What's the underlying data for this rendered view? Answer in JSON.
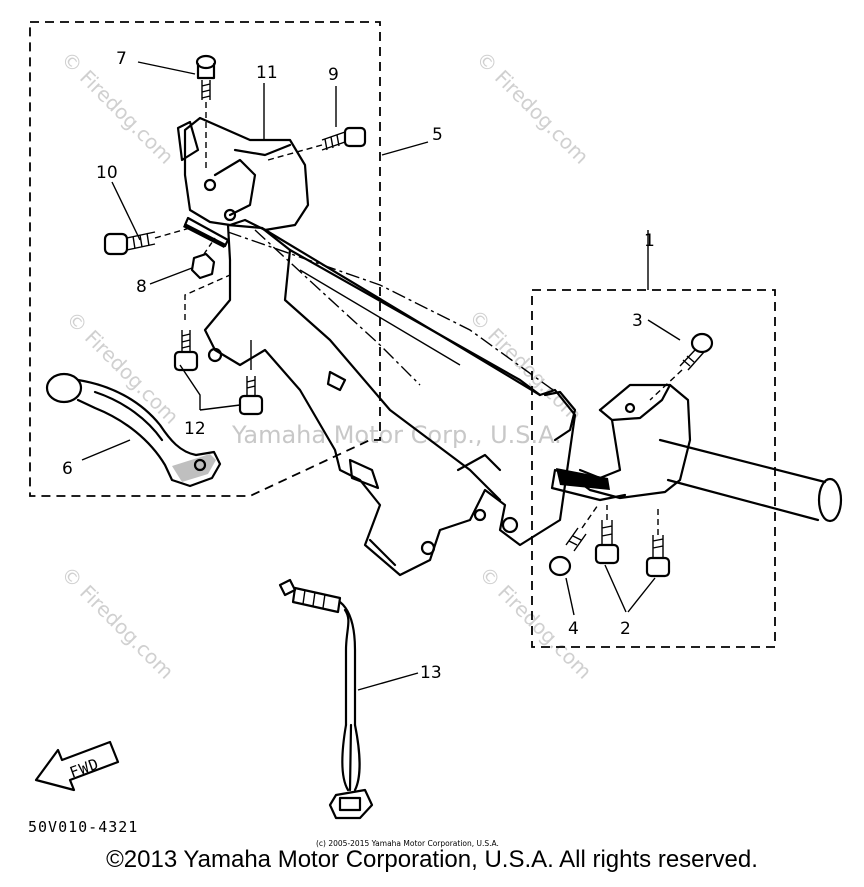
{
  "watermark": {
    "site": "© Firedog.com",
    "corp": "Yamaha Motor Corp., U.S.A."
  },
  "callouts": {
    "c1": "1",
    "c2": "2",
    "c3": "3",
    "c4": "4",
    "c5": "5",
    "c6": "6",
    "c7": "7",
    "c8": "8",
    "c9": "9",
    "c10": "10",
    "c11": "11",
    "c12": "12",
    "c13": "13"
  },
  "fwd_label": "FWD",
  "diagram_code": "50V010-4321",
  "small_copyright": "(c) 2005-2015 Yamaha Motor Corporation, U.S.A.",
  "copyright": "©2013 Yamaha Motor Corporation, U.S.A. All rights reserved."
}
